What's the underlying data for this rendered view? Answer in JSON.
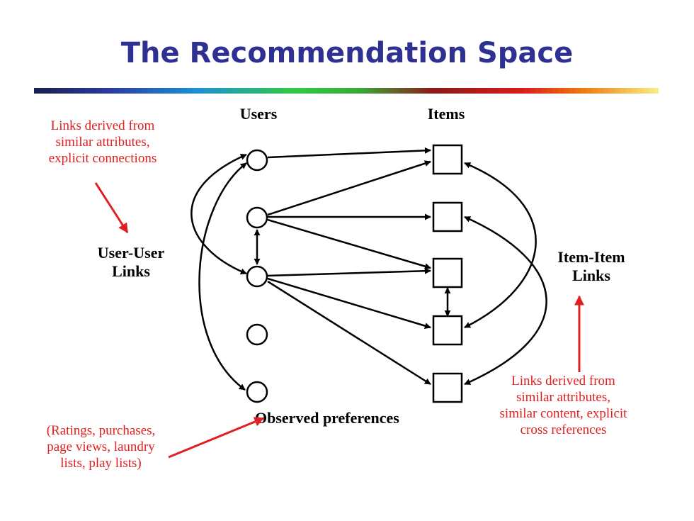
{
  "title": "The Recommendation Space",
  "labels": {
    "users": "Users",
    "items": "Items",
    "user_user_links": [
      "User-User",
      "Links"
    ],
    "item_item_links": [
      "Item-Item",
      "Links"
    ],
    "observed_preferences": "Observed preferences"
  },
  "notes": {
    "top_left": [
      "Links derived from",
      "similar attributes,",
      "explicit connections"
    ],
    "bottom_left": [
      "(Ratings, purchases,",
      "page views, laundry",
      "lists, play lists)"
    ],
    "bottom_right": [
      "Links derived from",
      "similar attributes,",
      "similar content, explicit",
      "cross references"
    ]
  },
  "colors": {
    "title": "#2e3192",
    "annotation": "#e02020",
    "nodes": "#000000"
  },
  "diagram": {
    "users_count": 5,
    "items_count": 5,
    "user_item_edges": [
      [
        0,
        0
      ],
      [
        1,
        0
      ],
      [
        1,
        1
      ],
      [
        1,
        2
      ],
      [
        2,
        2
      ],
      [
        2,
        3
      ],
      [
        2,
        4
      ]
    ],
    "user_user_edges": [
      [
        1,
        2
      ],
      [
        0,
        2
      ],
      [
        0,
        4
      ]
    ],
    "item_item_edges": [
      [
        2,
        3
      ],
      [
        0,
        3
      ],
      [
        1,
        4
      ]
    ]
  }
}
